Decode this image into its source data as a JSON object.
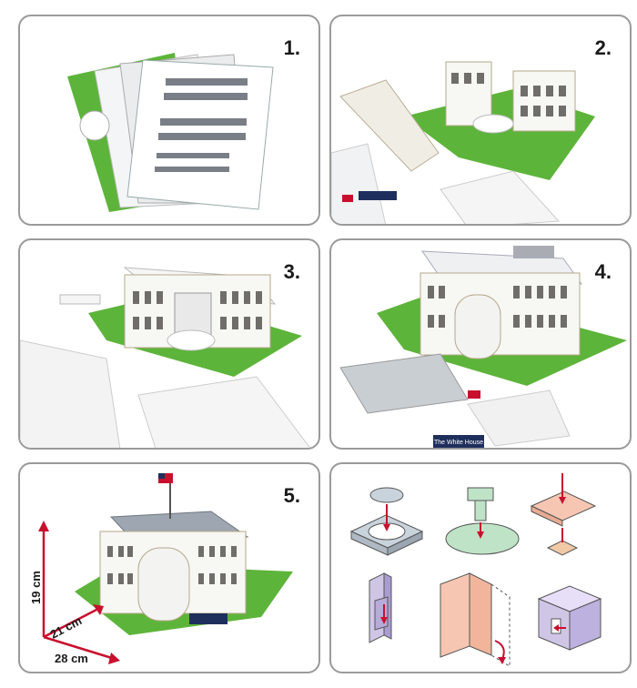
{
  "steps": [
    {
      "label": "1."
    },
    {
      "label": "2."
    },
    {
      "label": "3."
    },
    {
      "label": "4."
    },
    {
      "label": "5."
    }
  ],
  "dimensions": {
    "height": "19 cm",
    "depth": "21 cm",
    "width": "28 cm"
  },
  "nameplate": "The White House",
  "colors": {
    "border": "#9a9a9a",
    "grass": "#5db43a",
    "arrow": "#c8102e",
    "tab_grey": "#c9d3dc",
    "tab_green": "#bfe3c6",
    "tab_peach": "#f7c6b2",
    "tab_purple": "#cfc6e6"
  }
}
